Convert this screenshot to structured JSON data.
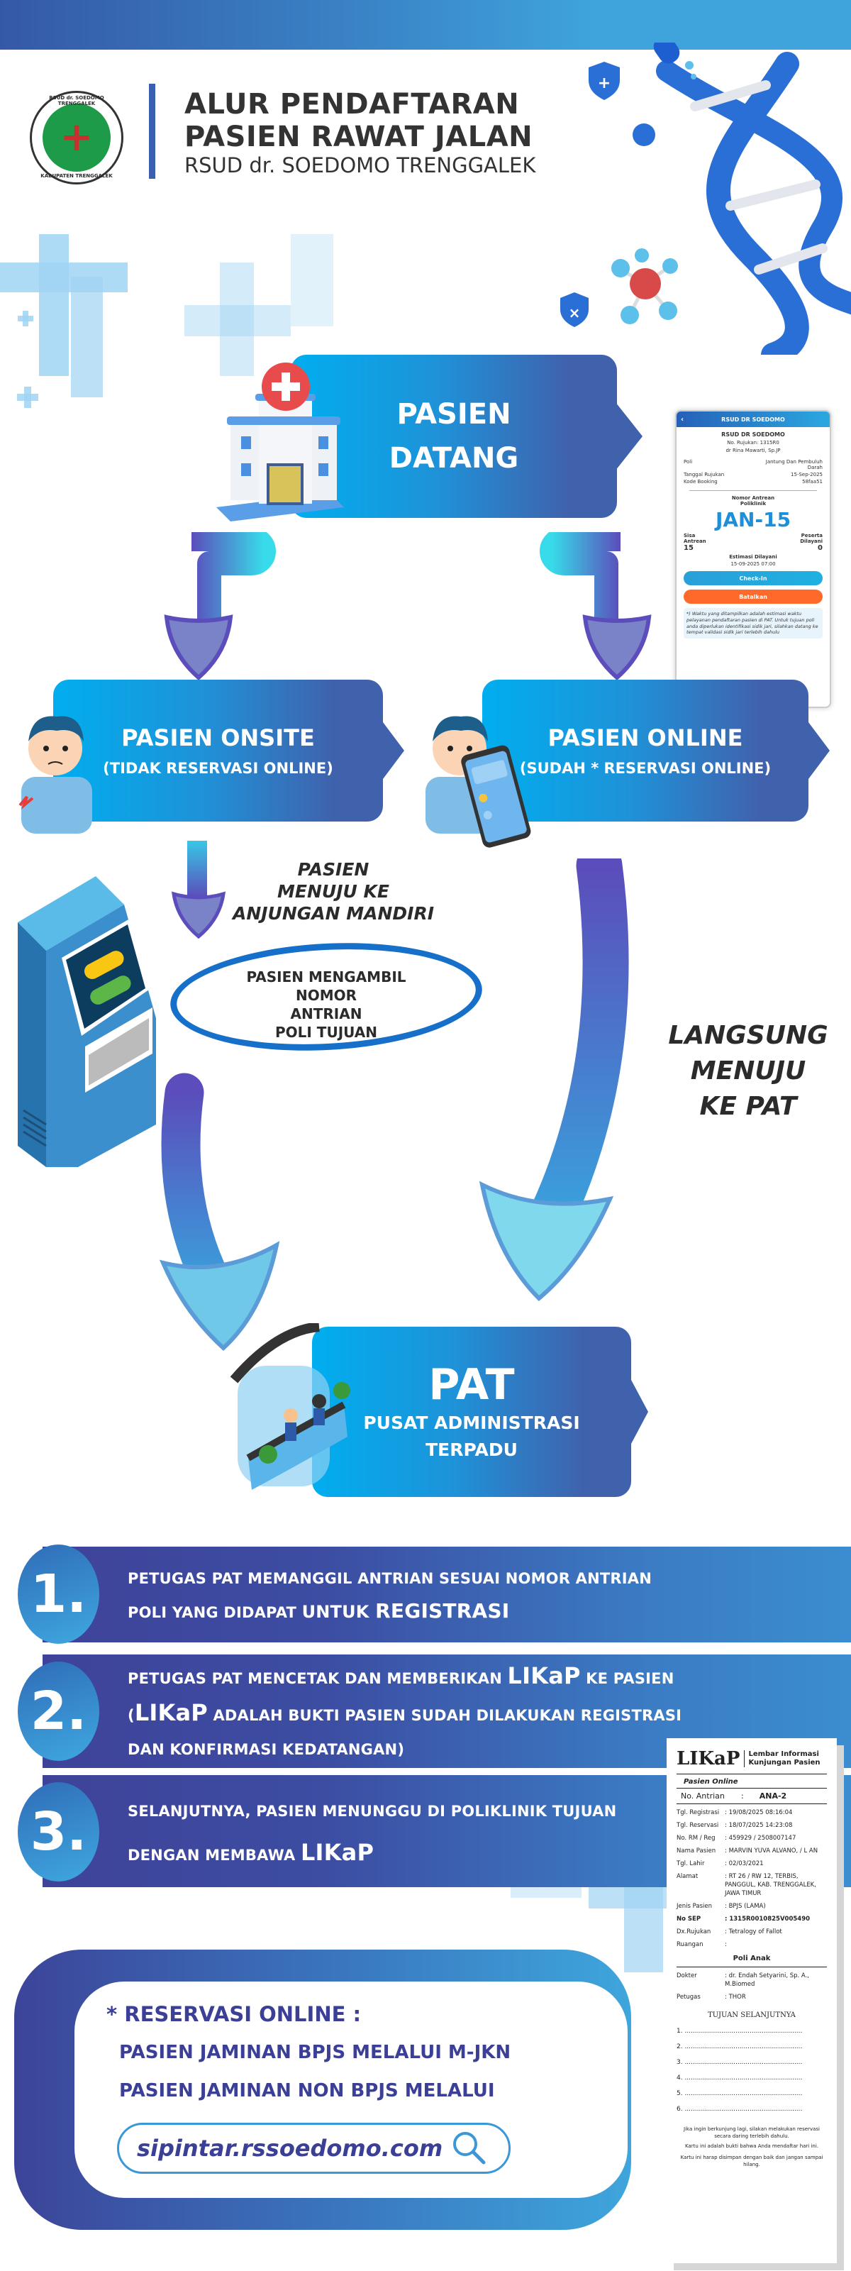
{
  "header": {
    "title_line1": "ALUR PENDAFTARAN",
    "title_line2": "PASIEN RAWAT JALAN",
    "subtitle": "RSUD dr. SOEDOMO TRENGGALEK",
    "logo_ring_top": "RSUD dr. SOEDOMO TRENGGALEK",
    "logo_ring_bottom": "KABUPATEN TRENGGALEK",
    "logo_cross": "+"
  },
  "flow": {
    "start": {
      "line1": "PASIEN",
      "line2": "DATANG"
    },
    "onsite": {
      "title": "PASIEN ONSITE",
      "subtitle": "(TIDAK RESERVASI ONLINE)"
    },
    "online": {
      "title": "PASIEN ONLINE",
      "subtitle": "(SUDAH * RESERVASI ONLINE)"
    },
    "onsite_step": {
      "line1": "PASIEN",
      "line2": "MENUJU KE",
      "line3": "ANJUNGAN MANDIRI"
    },
    "kiosk_note": {
      "line1": "PASIEN MENGAMBIL",
      "line2": "NOMOR",
      "line3": "ANTRIAN",
      "line4": "POLI TUJUAN"
    },
    "online_step": {
      "line1": "LANGSUNG",
      "line2": "MENUJU",
      "line3": "KE PAT"
    },
    "pat": {
      "title": "PAT",
      "line1": "PUSAT ADMINISTRASI",
      "line2": "TERPADU"
    }
  },
  "app_screen": {
    "header": "RSUD DR SOEDOMO",
    "back_icon": "‹",
    "hospital": "RSUD DR SOEDOMO",
    "rujukan": "No. Rujukan: 1315R0",
    "doctor": "dr Rina Mawarti, Sp.JP",
    "rows": [
      {
        "label": "Poli",
        "value": "Jantung Dan Pembuluh Darah"
      },
      {
        "label": "Tanggal Rujukan",
        "value": "15-Sep-2025"
      },
      {
        "label": "Kode Booking",
        "value": "58faa51"
      }
    ],
    "queue_label": "Nomor Antrean Poliklinik",
    "queue_number": "JAN-15",
    "sisa_label": "Sisa Antrean",
    "sisa_value": "15",
    "peserta_label": "Peserta Dilayani",
    "peserta_value": "0",
    "estimasi_label": "Estimasi Dilayani",
    "estimasi_value": "15-09-2025 07:00",
    "checkin_label": "Check-In",
    "cancel_label": "Batalkan",
    "note": "*) Waktu yang ditampilkan adalah estimasi waktu pelayanan pendaftaran pasien di PAT. Untuk tujuan poli anda diperlukan identifikasi sidik jari, silahkan datang ke tempat validasi sidik jari terlebih dahulu"
  },
  "steps": [
    {
      "number": "1.",
      "line1": "PETUGAS PAT MEMANGGIL ANTRIAN SESUAI NOMOR ANTRIAN",
      "line2_a": "POLI YANG DIDAPAT ",
      "line2_b": "UNTUK ",
      "line2_c": "REGISTRASI"
    },
    {
      "number": "2.",
      "line1_a": "PETUGAS PAT MENCETAK DAN MEMBERIKAN ",
      "line1_b": "LIKaP",
      "line1_c": " KE PASIEN",
      "line2_a": "(",
      "line2_b": "LIKaP",
      "line2_c": " ADALAH BUKTI PASIEN SUDAH DILAKUKAN REGISTRASI",
      "line3": "DAN KONFIRMASI KEDATANGAN)"
    },
    {
      "number": "3.",
      "line1": "SELANJUTNYA, PASIEN MENUNGGU DI POLIKLINIK TUJUAN",
      "line2_a": "DENGAN MEMBAWA ",
      "line2_b": "LIKaP"
    }
  ],
  "reservation": {
    "title": "* RESERVASI ONLINE :",
    "line1": "PASIEN JAMINAN BPJS  MELALUI M-JKN",
    "line2": "PASIEN JAMINAN NON BPJS  MELALUI",
    "url": "sipintar.rssoedomo.com",
    "search_icon": "magnifier"
  },
  "likap": {
    "logo": "LIKaP",
    "subtitle1": "Lembar Informasi",
    "subtitle2": "Kunjungan Pasien",
    "type": "Pasien Online",
    "antrian_label": "No. Antrian",
    "antrian_sep": ":",
    "antrian_value": "ANA-2",
    "fields": [
      {
        "k": "Tgl. Registrasi",
        "v": ": 19/08/2025 08:16:04"
      },
      {
        "k": "Tgl. Reservasi",
        "v": ": 18/07/2025 14:23:08"
      },
      {
        "k": "No. RM / Reg",
        "v": ": 459929        / 2508007147"
      },
      {
        "k": "Nama Pasien",
        "v": ": MARVIN YUVA ALVANO,  / L AN"
      },
      {
        "k": "Tgl. Lahir",
        "v": ": 02/03/2021"
      },
      {
        "k": "Alamat",
        "v": ": RT 26 / RW 12, TERBIS, PANGGUL, KAB. TRENGGALEK, JAWA TIMUR"
      },
      {
        "k": "Jenis Pasien",
        "v": ": BPJS (LAMA)"
      },
      {
        "k": "No SEP",
        "v": ": 1315R0010825V005490"
      },
      {
        "k": "Dx.Rujukan",
        "v": ": Tetralogy of Fallot"
      },
      {
        "k": "Ruangan",
        "v": ":"
      }
    ],
    "poli": "Poli Anak",
    "fields2": [
      {
        "k": "Dokter",
        "v": ": dr. Endah Setyarini, Sp. A., M.Biomed"
      },
      {
        "k": "Petugas",
        "v": ": THOR"
      }
    ],
    "tujuan_title": "TUJUAN SELANJUTNYA",
    "tujuan_lines": [
      "1. ..........................................................",
      "2. ..........................................................",
      "3. ..........................................................",
      "4. ..........................................................",
      "5. ..........................................................",
      "6. .........................................................."
    ],
    "footer1": "Jika ingin berkunjung lagi, silakan melakukan reservasi secara daring terlebih dahulu.",
    "footer2": "Kartu ini adalah bukti bahwa Anda mendaftar hari ini.",
    "footer3": "Kartu ini harap disimpan dengan baik dan jangan sampai hilang."
  },
  "colors": {
    "primary_dark": "#3e4399",
    "primary_light": "#00aeef",
    "text_dark": "#2b2b2b",
    "circle_blue": "#1670c9",
    "cancel_orange": "#ff6a2b"
  }
}
